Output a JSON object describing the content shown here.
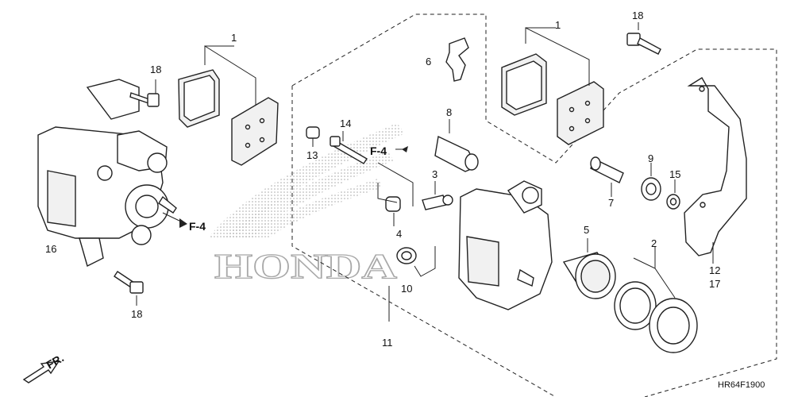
{
  "diagram": {
    "callouts": [
      {
        "id": "c1a",
        "text": "1"
      },
      {
        "id": "c1b",
        "text": "1"
      },
      {
        "id": "c2",
        "text": "2"
      },
      {
        "id": "c3",
        "text": "3"
      },
      {
        "id": "c4",
        "text": "4"
      },
      {
        "id": "c5",
        "text": "5"
      },
      {
        "id": "c6",
        "text": "6"
      },
      {
        "id": "c7",
        "text": "7"
      },
      {
        "id": "c8",
        "text": "8"
      },
      {
        "id": "c9",
        "text": "9"
      },
      {
        "id": "c10",
        "text": "10"
      },
      {
        "id": "c11",
        "text": "11"
      },
      {
        "id": "c12",
        "text": "12"
      },
      {
        "id": "c13",
        "text": "13"
      },
      {
        "id": "c14",
        "text": "14"
      },
      {
        "id": "c15",
        "text": "15"
      },
      {
        "id": "c16",
        "text": "16"
      },
      {
        "id": "c17",
        "text": "17"
      },
      {
        "id": "c18a",
        "text": "18"
      },
      {
        "id": "c18b",
        "text": "18"
      },
      {
        "id": "c18c",
        "text": "18"
      }
    ],
    "ref_left": "F-4",
    "ref_mid": "F-4",
    "direction_label": "FR.",
    "watermark": "HONDA",
    "drawing_code": "HR64F1900"
  }
}
